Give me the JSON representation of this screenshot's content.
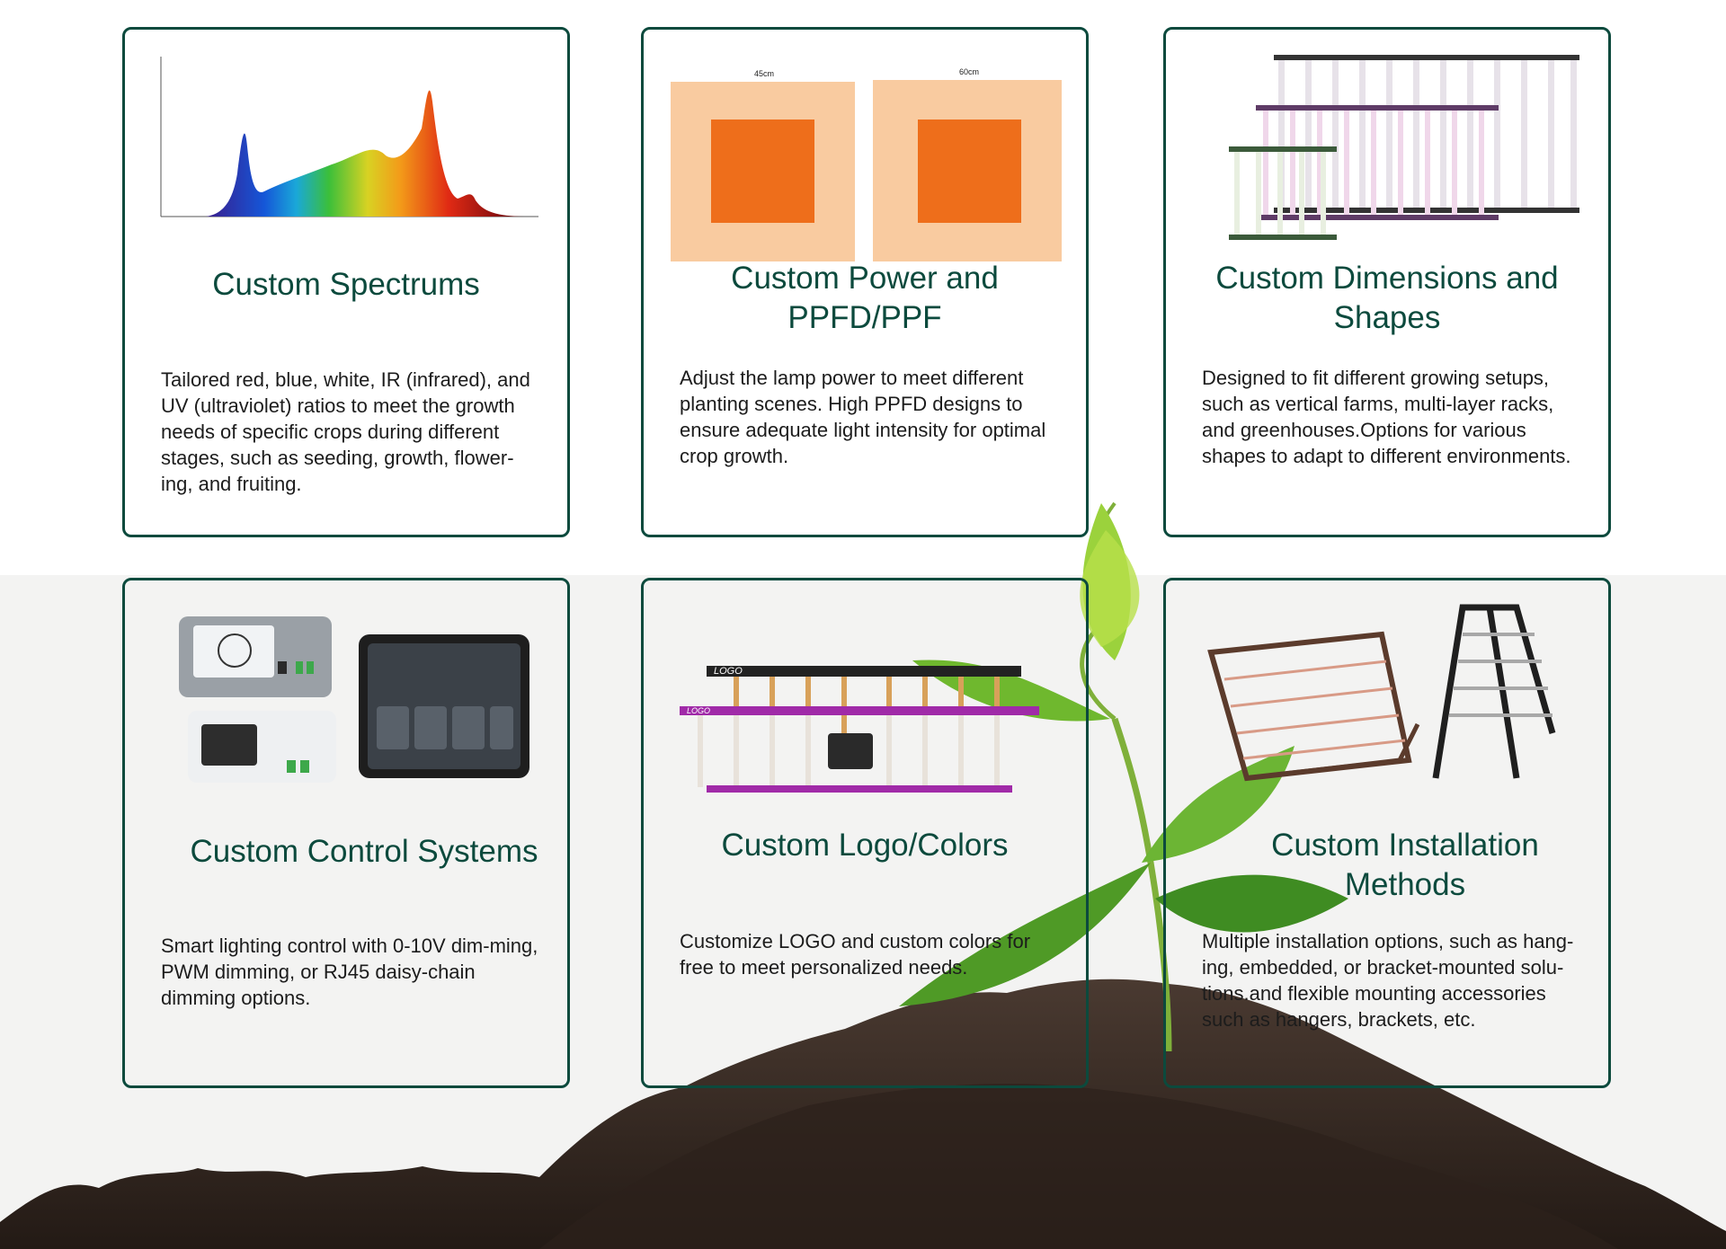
{
  "cards": [
    {
      "title": "Custom Spectrums",
      "body": "Tailored red, blue, white, IR (infrared), and UV (ultraviolet) ratios to meet the growth needs of specific crops during different stages, such as seeding, growth, flower-ing, and fruiting."
    },
    {
      "title": "Custom Power and PPFD/PPF",
      "body": "Adjust the lamp power to meet different planting scenes. High PPFD designs to ensure adequate light intensity for optimal crop growth.",
      "heatmap_labels": [
        "45cm",
        "60cm"
      ]
    },
    {
      "title": "Custom Dimensions and Shapes",
      "body": "Designed to fit different growing setups, such as vertical farms, multi-layer racks, and greenhouses.Options for various shapes to adapt to different environments."
    },
    {
      "title": "Custom Control Systems",
      "body": "Smart lighting control with 0-10V dim-ming, PWM dimming, or RJ45 daisy-chain dimming options."
    },
    {
      "title": "Custom Logo/Colors",
      "body": "Customize LOGO and custom colors for free to meet personalized needs.",
      "logo_text": "LOGO"
    },
    {
      "title": "Custom Installation Methods",
      "body": "Multiple installation options, such as hang-ing, embedded, or bracket-mounted solu-tions.and flexible mounting accessories such as hangers, brackets, etc."
    }
  ],
  "colors": {
    "brand_green": "#0c4a3d",
    "heat_light": "#f9cba0",
    "heat_dark": "#ee6e1b",
    "bar_purple": "#a02aa8",
    "bar_black": "#222222"
  }
}
